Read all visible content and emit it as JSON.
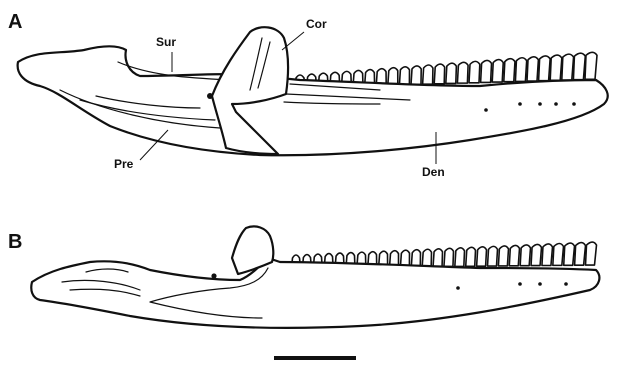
{
  "figure": {
    "panels": [
      {
        "id": "A",
        "label": "A"
      },
      {
        "id": "B",
        "label": "B"
      }
    ],
    "bone_labels": {
      "surangular": "Sur",
      "coronoid": "Cor",
      "prearticular": "Pre",
      "dentary": "Den"
    },
    "colors": {
      "ink": "#111111",
      "background": "#ffffff"
    }
  }
}
